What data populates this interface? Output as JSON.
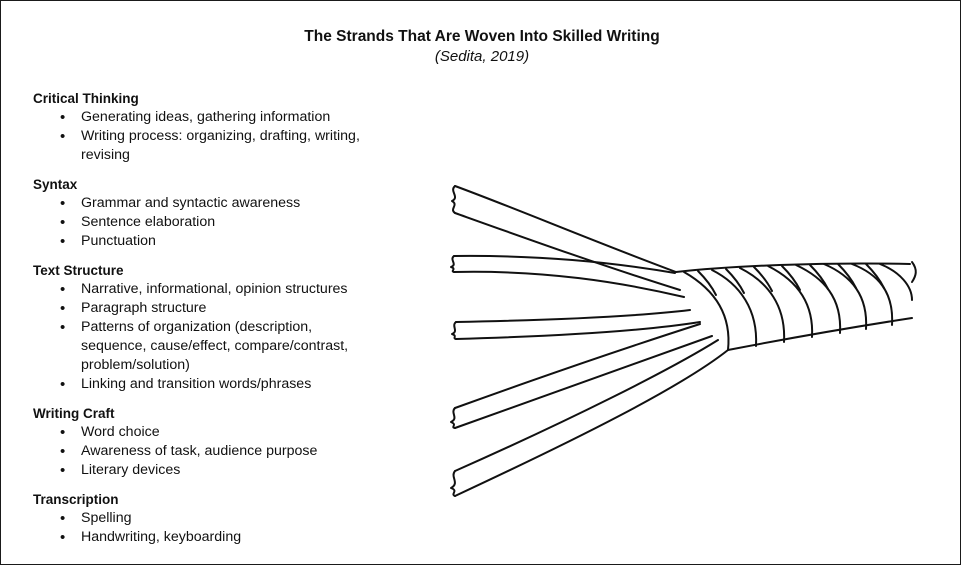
{
  "title": "The Strands That Are Woven Into Skilled Writing",
  "subtitle": "(Sedita, 2019)",
  "sections": [
    {
      "heading": "Critical Thinking",
      "items": [
        "Generating ideas, gathering information",
        "Writing process: organizing, drafting, writing, revising"
      ]
    },
    {
      "heading": "Syntax",
      "items": [
        "Grammar and syntactic awareness",
        "Sentence elaboration",
        "Punctuation"
      ]
    },
    {
      "heading": "Text Structure",
      "items": [
        "Narrative, informational, opinion structures",
        "Paragraph structure",
        "Patterns of organization (description, sequence, cause/effect, compare/contrast, problem/solution)",
        "Linking and transition words/phrases"
      ]
    },
    {
      "heading": "Writing Craft",
      "items": [
        "Word choice",
        "Awareness of task, audience purpose",
        "Literary devices"
      ]
    },
    {
      "heading": "Transcription",
      "items": [
        "Spelling",
        "Handwriting, keyboarding"
      ]
    }
  ],
  "illustration": {
    "icon": "woven-rope-icon",
    "strand_count": 5,
    "stroke_color": "#111111"
  }
}
